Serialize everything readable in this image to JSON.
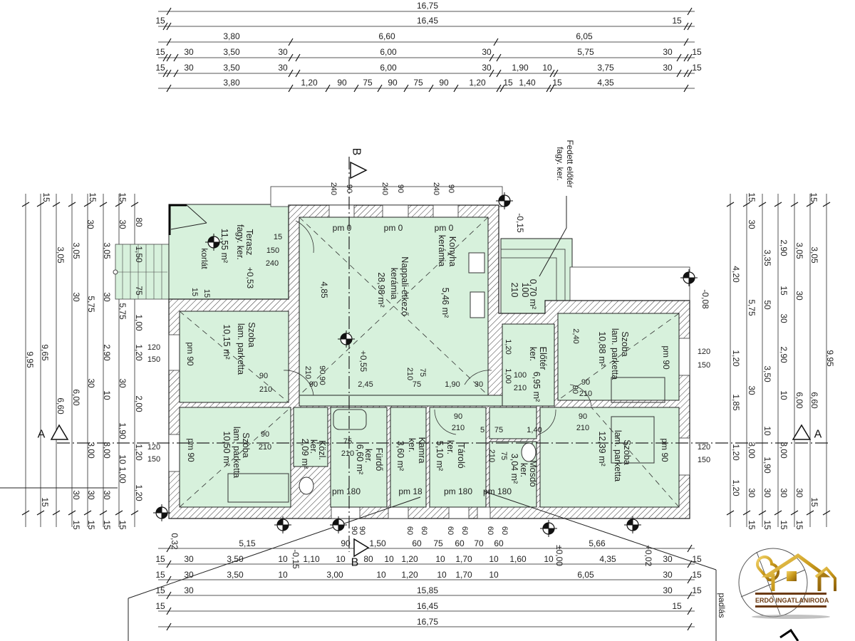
{
  "top_dimensions": {
    "row1": [
      "16,75"
    ],
    "row2": [
      "15",
      "16,45",
      "15"
    ],
    "row3": [
      "3,80",
      "6,60",
      "6,05"
    ],
    "row4": [
      "15",
      "30",
      "3,50",
      "30",
      "6,00",
      "30",
      "5,75",
      "30",
      "15"
    ],
    "row5": [
      "15",
      "30",
      "3,50",
      "30",
      "6,00",
      "30",
      "1,90",
      "10",
      "3,75",
      "30",
      "15"
    ],
    "row6": [
      "3,80",
      "1,20",
      "90",
      "75",
      "90",
      "75",
      "90",
      "1,20",
      "15",
      "1,40",
      "15",
      "4,35"
    ]
  },
  "bottom_dimensions": {
    "row1": [
      "0,32",
      "5,15",
      "-0,15",
      "90",
      "1,50",
      "60",
      "75",
      "60",
      "70",
      "60",
      "±0,00",
      "5,66",
      "+0,02"
    ],
    "row2": [
      "15",
      "30",
      "3,50",
      "10",
      "1,10",
      "10",
      "80",
      "10",
      "1,20",
      "10",
      "1,70",
      "10",
      "1,60",
      "10",
      "4,35",
      "30",
      "15"
    ],
    "row3": [
      "15",
      "30",
      "3,50",
      "10",
      "3,00",
      "10",
      "1,20",
      "10",
      "1,70",
      "10",
      "6,05",
      "30",
      "15"
    ],
    "row4": [
      "15",
      "30",
      "15,85",
      "30",
      "15"
    ],
    "row5": [
      "15",
      "16,45",
      "15"
    ],
    "row6": [
      "16,75"
    ]
  },
  "left_dimensions": [
    "15",
    "15",
    "15",
    "80",
    "30",
    "30",
    "3,05",
    "3,05",
    "3,05",
    "1,50",
    "75",
    "30",
    "30",
    "5,75",
    "5,75",
    "1,00",
    "1,20",
    "9,65",
    "9,95",
    "2,90",
    "30",
    "30",
    "10",
    "6,00",
    "6,60",
    "2,00",
    "1,90",
    "3,00",
    "3,00",
    "1,20",
    "10",
    "1,00",
    "1,20",
    "30",
    "30",
    "30",
    "15",
    "15",
    "15",
    "15",
    "15"
  ],
  "right_dimensions": [
    "15",
    "15",
    "30",
    "2,90",
    "3,05",
    "3,05",
    "3,35",
    "4,20",
    "15",
    "30",
    "5,75",
    "50",
    "30",
    "1,20",
    "2,90",
    "3,50",
    "9,95",
    "30",
    "1,85",
    "10",
    "6,00",
    "6,60",
    "10",
    "3,00",
    "3,00",
    "1,90",
    "1,20",
    "1,20",
    "30",
    "30",
    "30",
    "30",
    "15",
    "15",
    "15",
    "15",
    "15"
  ],
  "rooms": [
    {
      "name": "terasz",
      "lines": [
        "Terasz",
        "fagy. ker.",
        "11,55 m²"
      ]
    },
    {
      "name": "nappali-etkezo",
      "lines": [
        "Nappali-étkező",
        "kerámia",
        "28,98 m²"
      ]
    },
    {
      "name": "konyha",
      "lines": [
        "Konyha",
        "kerámia",
        "5,46 m²"
      ]
    },
    {
      "name": "szoba-1",
      "lines": [
        "Szoba",
        "lam. parketta",
        "10,15 m²"
      ]
    },
    {
      "name": "eloter",
      "lines": [
        "Előtér",
        "ker.",
        "6,95 m²"
      ]
    },
    {
      "name": "szoba-2",
      "lines": [
        "Szoba",
        "lam. parketta",
        "10,88 m²"
      ]
    },
    {
      "name": "szoba-3",
      "lines": [
        "Szoba",
        "lam. parketta",
        "10,50 m²"
      ]
    },
    {
      "name": "kozl",
      "lines": [
        "Közl.",
        "ker.",
        "2,09 m²"
      ]
    },
    {
      "name": "furdo",
      "lines": [
        "Fürdő",
        "ker.",
        "6,60 m²"
      ]
    },
    {
      "name": "kamra",
      "lines": [
        "Kamra",
        "ker.",
        "3,60 m²"
      ]
    },
    {
      "name": "tarolo",
      "lines": [
        "Tároló",
        "ker.",
        "5,10 m²"
      ]
    },
    {
      "name": "mosdo",
      "lines": [
        "Mosdó",
        "ker.",
        "3,04 m²"
      ]
    },
    {
      "name": "szoba-4",
      "lines": [
        "Szoba",
        "lam. parketta",
        "12,39 m²"
      ]
    },
    {
      "name": "fedett-eloter",
      "lines": [
        "0,70 m²",
        "100",
        "210"
      ]
    }
  ],
  "annotations": {
    "korlat": "korlát",
    "terrace_level": "+0,53",
    "living_level": "+0,55",
    "living_depth": "4,85",
    "covered_entry": [
      "Fedett előtér",
      "fagy. ker."
    ],
    "entry_level": "-0,15",
    "right_level": "-0,08",
    "attic": "padlás",
    "section_a": "A",
    "section_b": "B",
    "floor_heights": [
      "pm 0",
      "pm 0",
      "pm 0",
      "pm 90",
      "pm 90",
      "pm 90",
      "pm 90",
      "pm 180",
      "pm 18",
      "pm 180",
      "pm 180"
    ],
    "openings": [
      "15",
      "150",
      "240",
      "15",
      "15",
      "90",
      "210",
      "210",
      "90 90",
      "90",
      "2,45",
      "210",
      "75",
      "75",
      "1,90",
      "30",
      "1,20",
      "1,00",
      "100",
      "210",
      "2,40",
      "90",
      "210",
      "90",
      "90",
      "210",
      "75",
      "210",
      "90",
      "210",
      "5",
      "75",
      "1,40",
      "90",
      "210",
      "210",
      "75",
      "120",
      "150",
      "120",
      "150",
      "120",
      "150",
      "120",
      "150",
      "240",
      "90",
      "240",
      "90",
      "240",
      "90",
      "90",
      "90",
      "60",
      "60",
      "60",
      "60",
      "60",
      "60"
    ]
  },
  "logo": {
    "text": "ERDŐ INGATLANIRODA"
  },
  "colors": {
    "room_fill": "#d7f1dc",
    "logo_gold": "#c99a1c",
    "logo_brown": "#6b3a12"
  }
}
